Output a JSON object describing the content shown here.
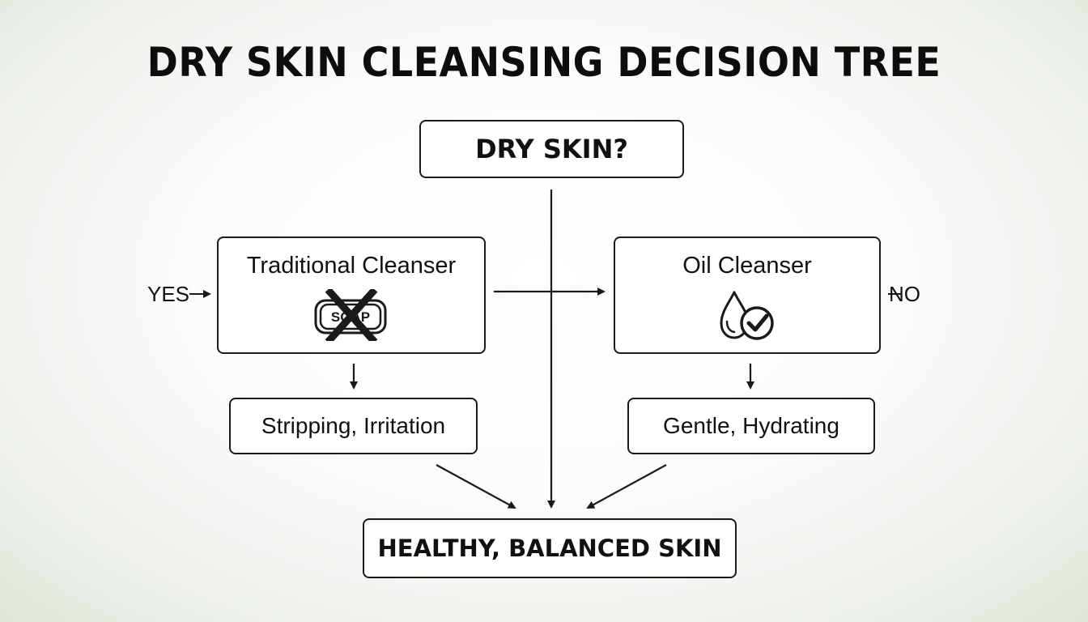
{
  "title": "DRY SKIN CLEANSING DECISION TREE",
  "root": {
    "label": "DRY SKIN?"
  },
  "branches": {
    "yes": {
      "label": "YES",
      "option": "Traditional Cleanser",
      "option_icon": "crossed-out-soap-icon",
      "option_icon_text": "SOAP",
      "effect": "Stripping, Irritation"
    },
    "no": {
      "label": "NO",
      "option": "Oil Cleanser",
      "option_icon": "oil-drop-checkmark-icon",
      "effect": "Gentle, Hydrating"
    }
  },
  "result": {
    "label": "HEALTHY, BALANCED SKIN"
  },
  "colors": {
    "ink": "#1a1a1a",
    "box_fill": "#ffffff",
    "background_edge": "#dfe6da"
  }
}
